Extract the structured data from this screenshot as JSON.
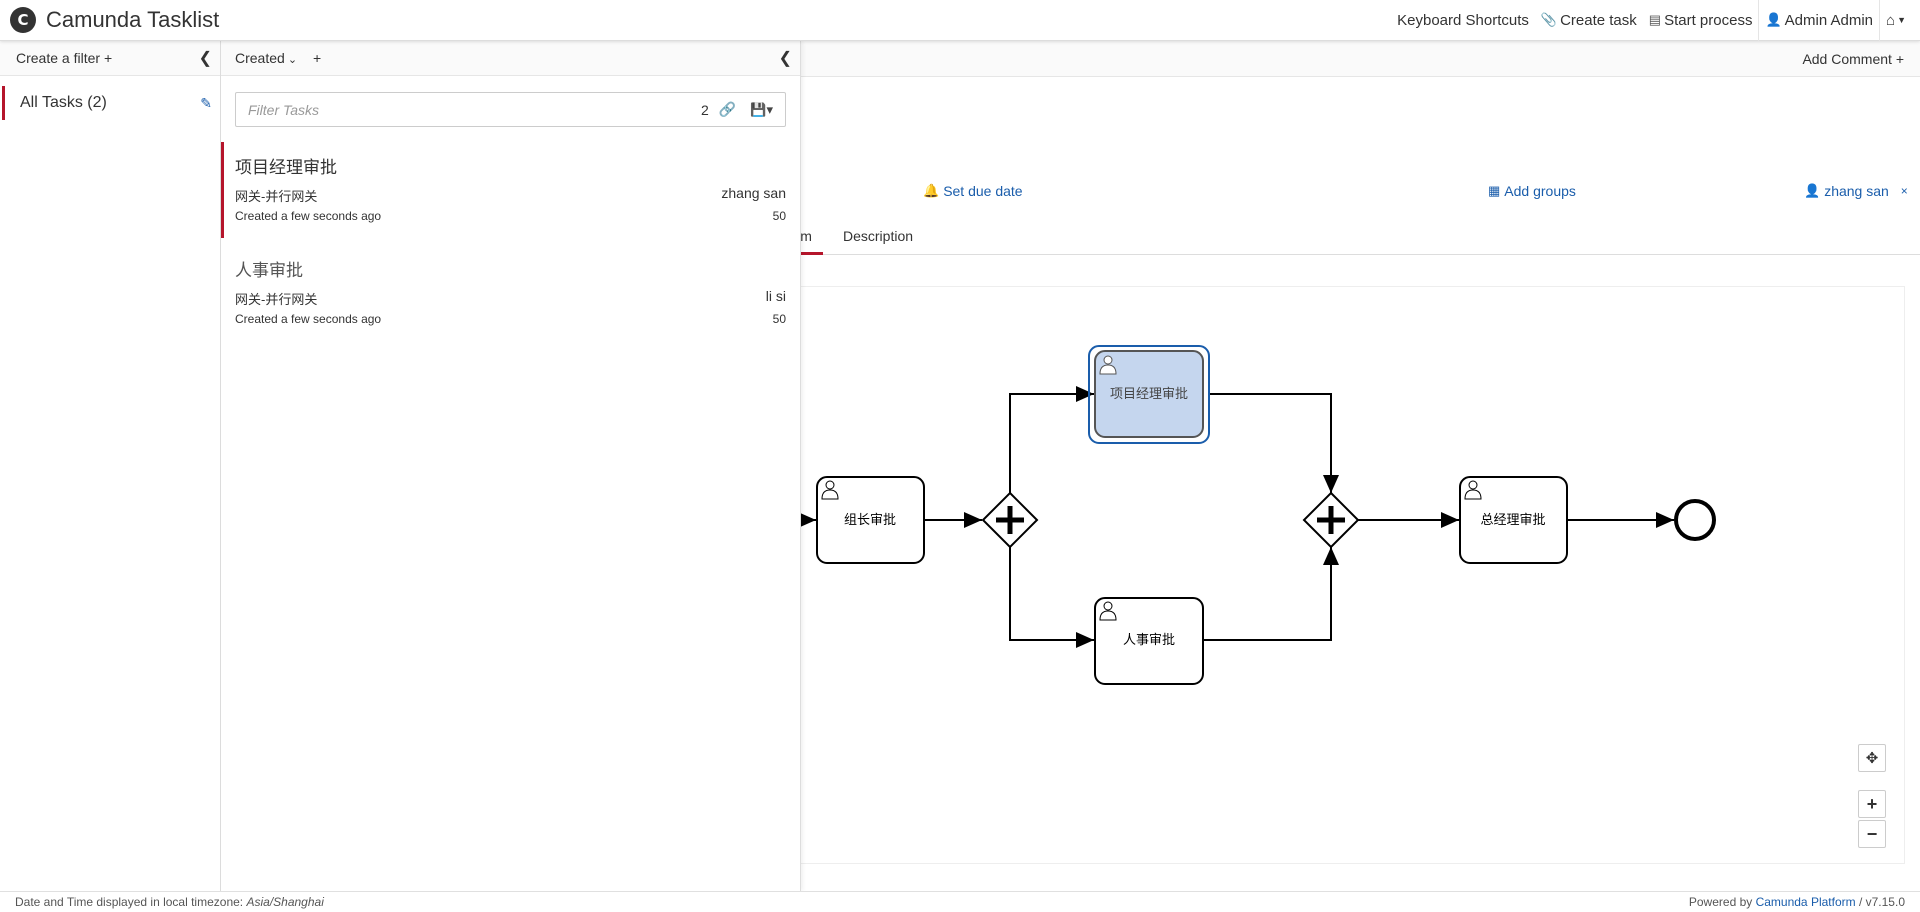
{
  "app": {
    "logo_letter": "C",
    "title": "Camunda Tasklist"
  },
  "nav": {
    "keyboard_shortcuts": "Keyboard Shortcuts",
    "create_task": "Create task",
    "start_process": "Start process",
    "user": "Admin Admin",
    "icons": {
      "create_task": "paperclip-icon",
      "start_process": "list-icon",
      "user": "user-icon",
      "home": "home-icon"
    }
  },
  "filters": {
    "create_label": "Create a filter",
    "items": [
      {
        "label": "All Tasks (2)",
        "active": true
      }
    ]
  },
  "list": {
    "sort_label": "Created",
    "filter_placeholder": "Filter Tasks",
    "count": "2",
    "tasks": [
      {
        "name": "项目经理审批",
        "process": "网关-并行网关",
        "assignee": "zhang san",
        "created": "Created a few seconds ago",
        "priority": "50",
        "active": true
      },
      {
        "name": "人事审批",
        "process": "网关-并行网关",
        "assignee": "li si",
        "created": "Created a few seconds ago",
        "priority": "50",
        "active": false
      }
    ]
  },
  "detail": {
    "add_comment": "Add Comment",
    "set_due_date": "Set due date",
    "add_groups": "Add groups",
    "assignee": "zhang san",
    "remove": "×",
    "tabs": {
      "diagram": "Diagram",
      "description": "Description"
    }
  },
  "diagram": {
    "tasks": {
      "team_lead": "组长审批",
      "pm": "项目经理审批",
      "hr": "人事审批",
      "gm": "总经理审批"
    },
    "highlight_color": "#c5d6ee",
    "highlight_border": "#1a5dab"
  },
  "footer": {
    "timezone_prefix": "Date and Time displayed in local timezone: ",
    "timezone": "Asia/Shanghai",
    "powered_prefix": "Powered by ",
    "platform": "Camunda Platform",
    "version": " / v7.15.0"
  },
  "colors": {
    "accent": "#b5152b",
    "link": "#1a5dab"
  }
}
